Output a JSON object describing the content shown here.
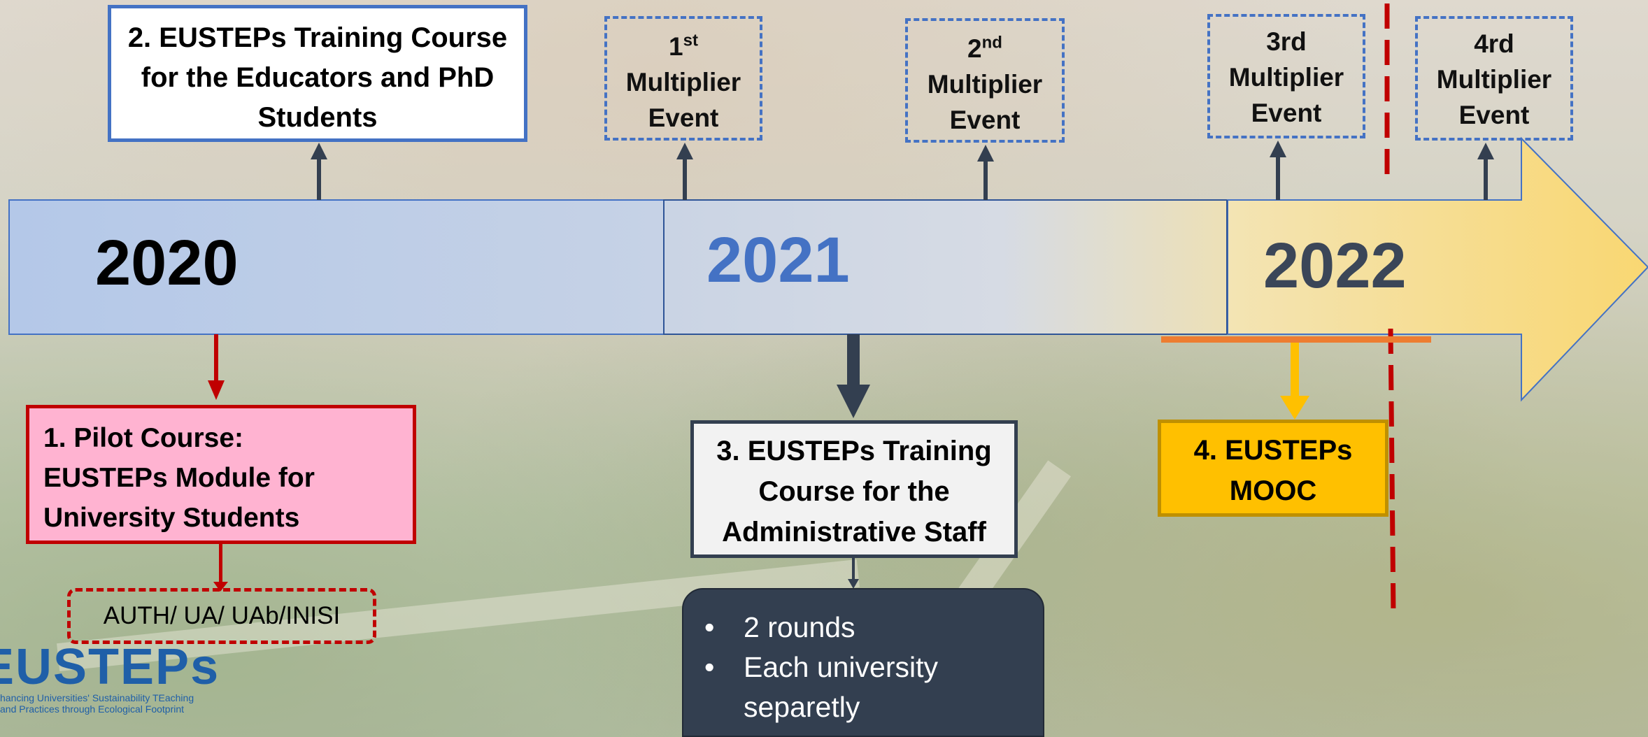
{
  "timeline": {
    "years": [
      "2020",
      "2021",
      "2022"
    ],
    "colors": {
      "y2020": "#000000",
      "y2021": "#4472c4",
      "y2022": "#3b4658"
    }
  },
  "boxes": {
    "training_educators": [
      "2. EUSTEPs Training Course",
      "for the Educators and PhD",
      "Students"
    ],
    "pilot_course": [
      "1. Pilot Course:",
      "EUSTEPs Module for",
      "University Students"
    ],
    "partners": "AUTH/ UA/ UAb/INISI",
    "training_admin": [
      "3. EUSTEPs Training",
      "Course for the",
      "Administrative Staff"
    ],
    "mooc": [
      "4. EUSTEPs",
      "MOOC"
    ],
    "details": [
      "2 rounds",
      "Each university",
      "separetly"
    ]
  },
  "events": [
    {
      "num": "1",
      "sup": "st",
      "lines": [
        "Multiplier",
        "Event"
      ]
    },
    {
      "num": "2",
      "sup": "nd",
      "lines": [
        "Multiplier",
        "Event"
      ]
    },
    {
      "num": "3rd",
      "sup": "",
      "lines": [
        "Multiplier",
        "Event"
      ]
    },
    {
      "num": "4rd",
      "sup": "",
      "lines": [
        "Multiplier",
        "Event"
      ]
    }
  ],
  "logo": {
    "name": "EUSTEPs",
    "tagline": [
      "hancing Universities' Sustainability TEaching",
      "and Practices through Ecological Footprint"
    ]
  }
}
